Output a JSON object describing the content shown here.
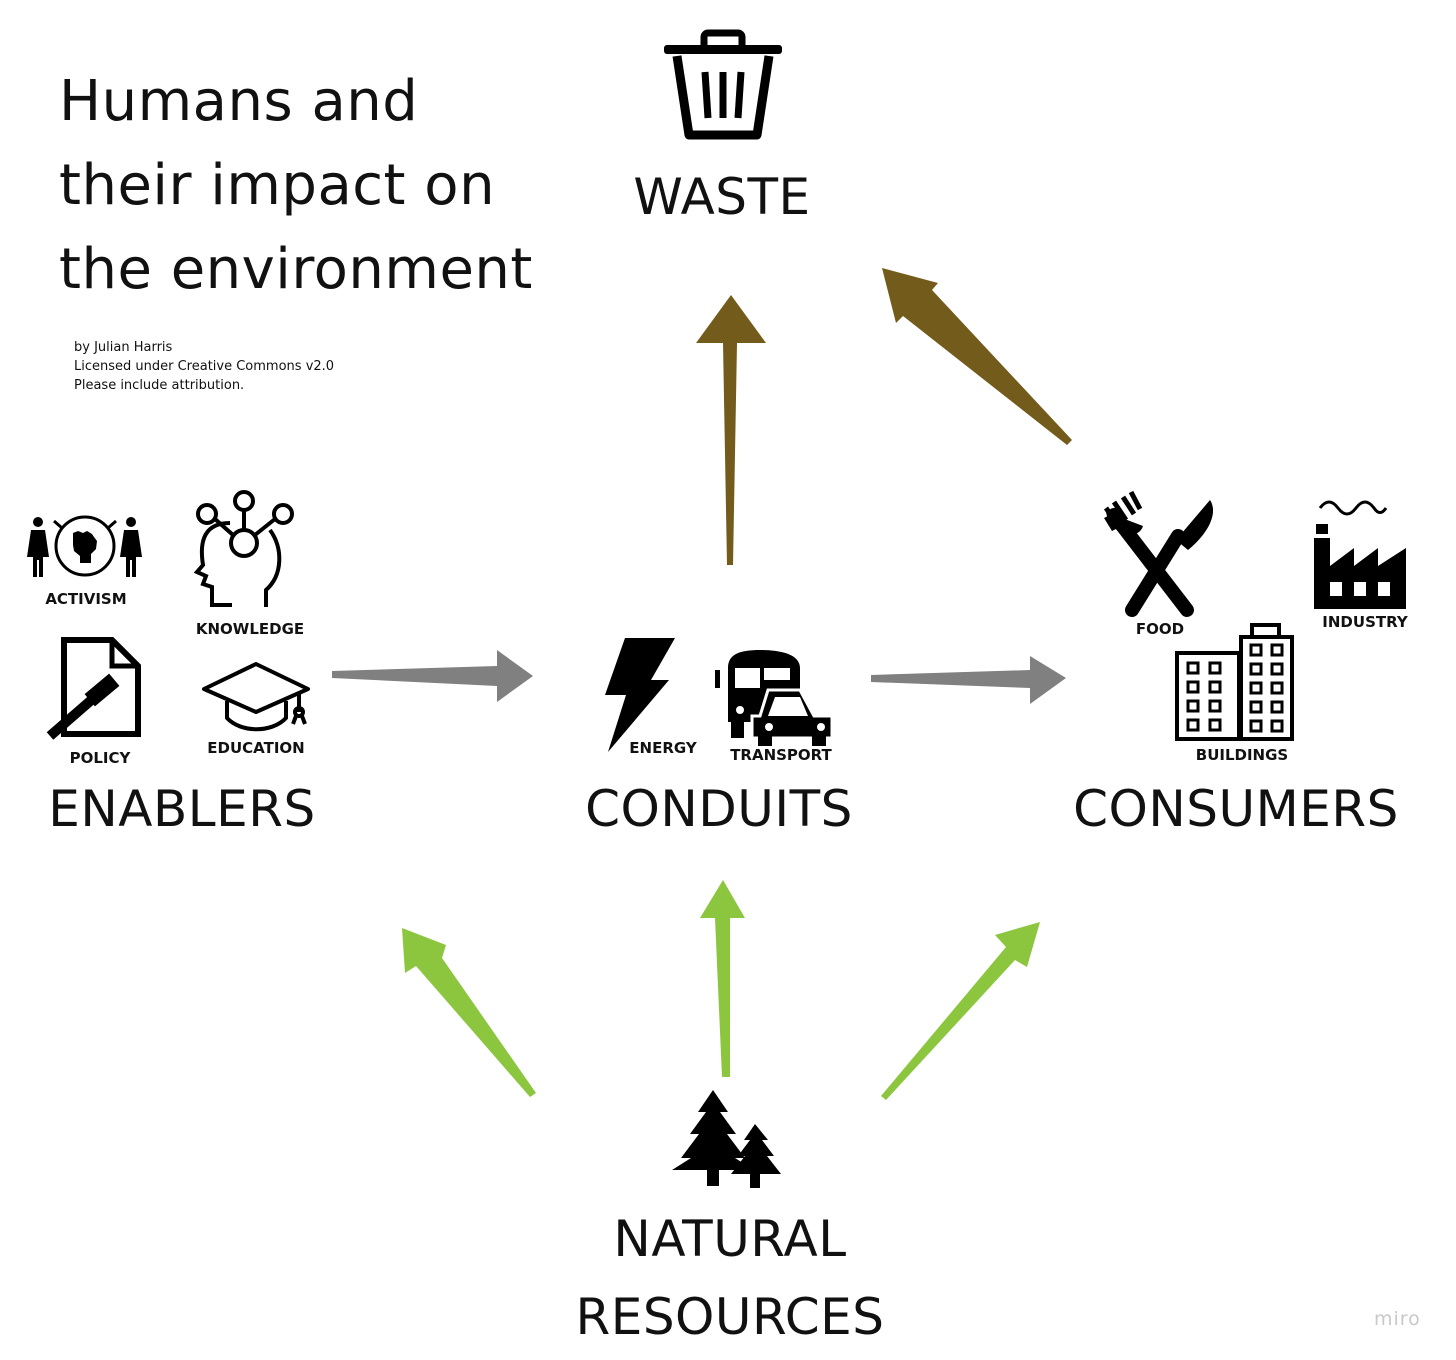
{
  "title": {
    "line1": "Humans and",
    "line2": "their impact on",
    "line3": "the environment"
  },
  "credits": {
    "line1": "by Julian Harris",
    "line2": "Licensed under Creative Commons v2.0",
    "line3": "Please include attribution."
  },
  "groups": {
    "waste": "WASTE",
    "enablers": "ENABLERS",
    "conduits": "CONDUITS",
    "consumers": "CONSUMERS",
    "natural_line1": "NATURAL",
    "natural_line2": "RESOURCES"
  },
  "icon_labels": {
    "activism": "ACTIVISM",
    "knowledge": "KNOWLEDGE",
    "policy": "POLICY",
    "education": "EDUCATION",
    "energy": "ENERGY",
    "transport": "TRANSPORT",
    "food": "FOOD",
    "industry": "INDUSTRY",
    "buildings": "BUILDINGS"
  },
  "icons": [
    "trash-icon",
    "activism-icon",
    "knowledge-icon",
    "policy-icon",
    "education-icon",
    "energy-icon",
    "transport-icon",
    "food-icon",
    "industry-icon",
    "buildings-icon",
    "trees-icon"
  ],
  "colors": {
    "waste_arrow": "#735b1b",
    "flow_arrow": "#808080",
    "resource_arrow": "#8cc63f"
  },
  "watermark": "miro"
}
